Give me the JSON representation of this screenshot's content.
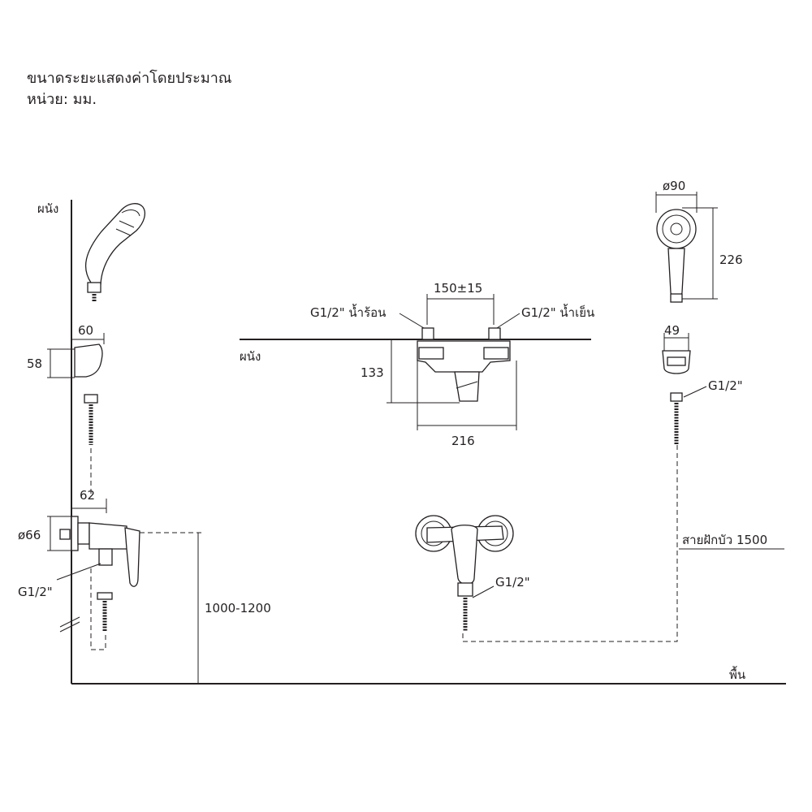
{
  "notes": {
    "line1": "ขนาดระยะแสดงค่าโดยประมาณ",
    "line2": "หน่วย: มม."
  },
  "labels": {
    "wall_left": "ผนัง",
    "wall_center": "ผนัง",
    "floor": "พื้น",
    "holder_width": "60",
    "holder_height": "58",
    "mixer_depth": "62",
    "flange_dia": "ø66",
    "inlet_left": "G1/2\"",
    "mount_height": "1000-1200",
    "pipe_spacing": "150±15",
    "hot_inlet": "G1/2\" น้ำร้อน",
    "cold_inlet": "G1/2\" น้ำเย็น",
    "projection": "133",
    "body_width": "216",
    "head_dia": "ø90",
    "head_length": "226",
    "bracket_width": "49",
    "hose_conn": "G1/2\"",
    "mixer_outlet": "G1/2\"",
    "hose_length": "สายฝักบัว 1500"
  }
}
